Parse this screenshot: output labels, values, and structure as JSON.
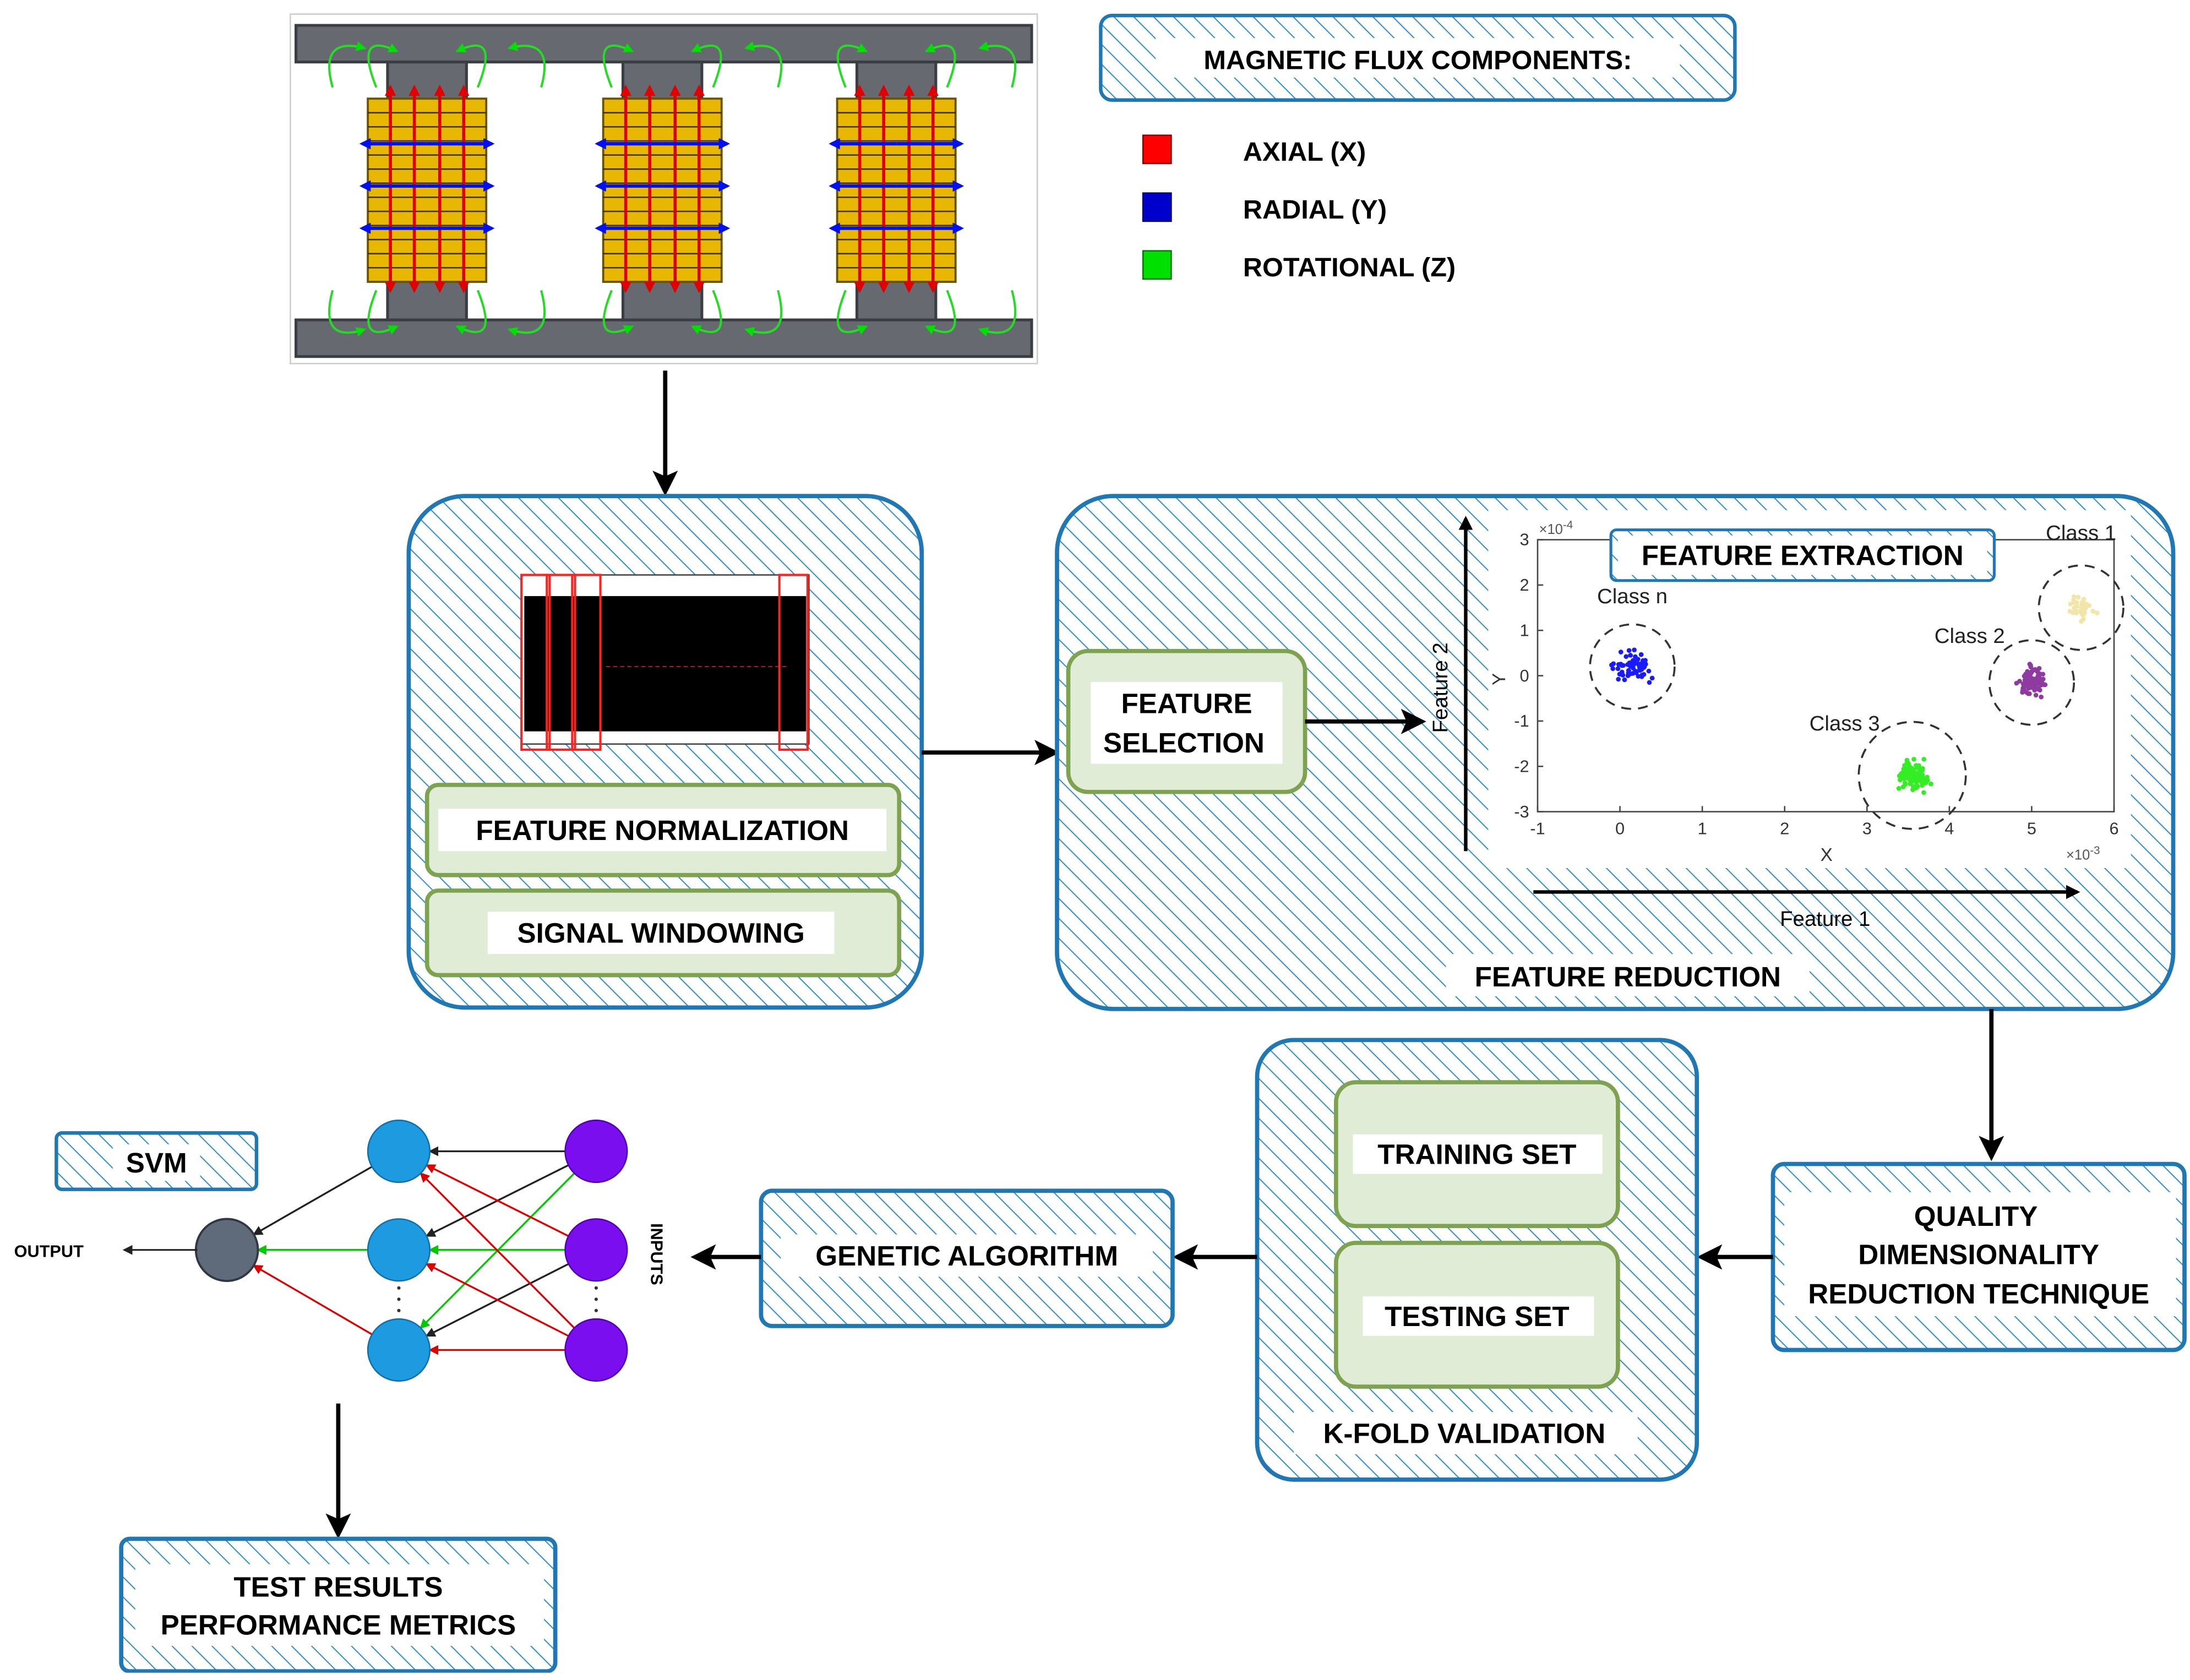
{
  "legend": {
    "title": "MAGNETIC FLUX COMPONENTS:",
    "items": [
      {
        "label": "AXIAL (X)",
        "color": "#ff0000"
      },
      {
        "label": "RADIAL (Y)",
        "color": "#0000cc"
      },
      {
        "label": "ROTATIONAL (Z)",
        "color": "#00e000"
      }
    ]
  },
  "preprocessing": {
    "normalization_label": "FEATURE NORMALIZATION",
    "windowing_label": "SIGNAL WINDOWING"
  },
  "feature_reduction": {
    "selection_label_line1": "FEATURE",
    "selection_label_line2": "SELECTION",
    "extraction_label": "FEATURE EXTRACTION",
    "reduction_label": "FEATURE REDUCTION",
    "axis_feature1": "Feature 1",
    "axis_feature2": "Feature 2"
  },
  "chart_data": {
    "type": "scatter",
    "xlabel": "X",
    "ylabel": "Y",
    "x_exponent": "x10-3",
    "y_exponent": "x10-4",
    "xlim": [
      -1,
      6
    ],
    "ylim": [
      -3,
      3
    ],
    "xticks": [
      "-1",
      "0",
      "1",
      "2",
      "3",
      "4",
      "5",
      "6"
    ],
    "yticks": [
      "3",
      "2",
      "1",
      "0",
      "-1",
      "-2",
      "-3"
    ],
    "grid": false,
    "series": [
      {
        "name": "Class n",
        "color": "#1a1aff",
        "cx": 0.15,
        "cy": 0.2,
        "spread": [
          0.2,
          0.25
        ],
        "n": 70
      },
      {
        "name": "Class 1",
        "color": "#f2e5a8",
        "cx": 5.6,
        "cy": 1.5,
        "spread": [
          0.12,
          0.2
        ],
        "n": 40
      },
      {
        "name": "Class 2",
        "color": "#8e3aa0",
        "cx": 5.0,
        "cy": -0.15,
        "spread": [
          0.15,
          0.25
        ],
        "n": 90
      },
      {
        "name": "Class 3",
        "color": "#33ee22",
        "cx": 3.55,
        "cy": -2.2,
        "spread": [
          0.15,
          0.25
        ],
        "n": 120
      }
    ]
  },
  "validation": {
    "training_label": "TRAINING SET",
    "testing_label": "TESTING SET",
    "kfold_label": "K-FOLD VALIDATION"
  },
  "quality": {
    "line1": "QUALITY",
    "line2": "DIMENSIONALITY",
    "line3": "REDUCTION TECHNIQUE"
  },
  "genetic_label": "GENETIC ALGORITHM",
  "svm_label": "SVM",
  "output_label": "OUTPUT",
  "inputs_label": "INPUTS",
  "results": {
    "line1": "TEST RESULTS",
    "line2": "PERFORMANCE METRICS"
  }
}
